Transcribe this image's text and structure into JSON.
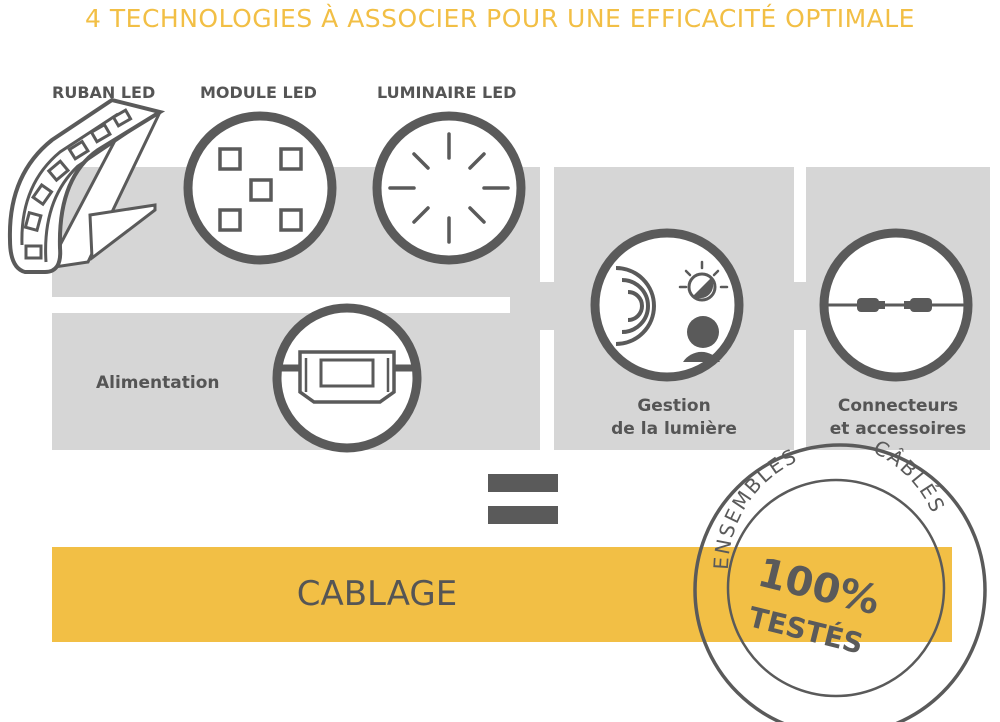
{
  "title": "4 TECHNOLOGIES À ASSOCIER POUR UNE EFFICACITÉ OPTIMALE",
  "labels": {
    "ruban": "RUBAN LED",
    "module": "MODULE LED",
    "luminaire": "LUMINAIRE LED",
    "alimentation": "Alimentation",
    "gestion_line1": "Gestion",
    "gestion_line2": "de la lumière",
    "connecteurs_line1": "Connecteurs",
    "connecteurs_line2": "et accessoires"
  },
  "result": {
    "label": "CABLAGE"
  },
  "stamp": {
    "arc_left": "ENSEMBLES",
    "arc_right": "CÂBLÉS",
    "percent": "100%",
    "tested": "TESTÉS"
  },
  "colors": {
    "accent": "#f2bf45",
    "panel": "#d6d6d6",
    "icon": "#555555"
  },
  "icons": [
    "led-strip-icon",
    "led-module-icon",
    "led-luminaire-icon",
    "power-supply-icon",
    "light-control-icon",
    "connector-icon"
  ]
}
